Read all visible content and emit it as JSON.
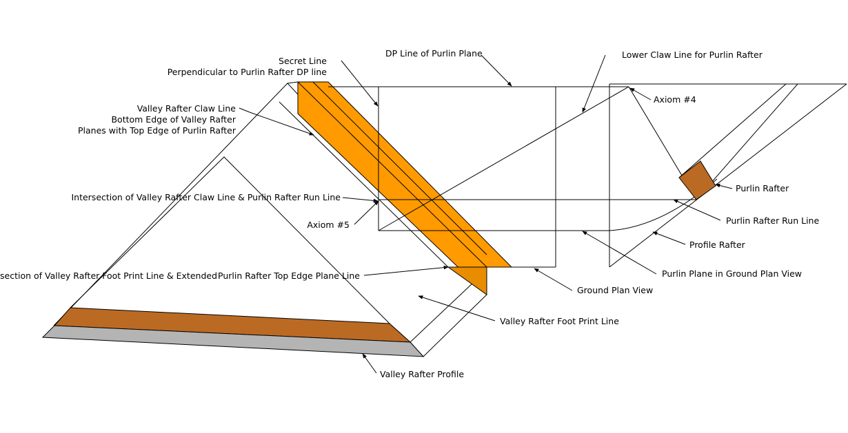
{
  "colors": {
    "orange": "#ff9a00",
    "orange_dark": "#d97f00",
    "brown": "#bb6a24",
    "gray": "#b4b4b4",
    "line": "#000000"
  },
  "labels": {
    "secret_line_1": "Secret Line",
    "secret_line_2": "Perpendicular to Purlin Rafter DP line",
    "dp_line": "DP Line of Purlin Plane",
    "lower_claw": "Lower Claw Line for Purlin Rafter",
    "axiom4": "Axiom #4",
    "valley_claw_1": "Valley Rafter Claw Line",
    "valley_claw_2": "Bottom Edge of Valley Rafter",
    "valley_claw_3": "Planes with Top Edge of Purlin Rafter",
    "purlin_rafter": "Purlin Rafter",
    "intersection_claw_run": "Intersection of Valley Rafter Claw Line & Purlin Rafter Run Line",
    "purlin_run_line": "Purlin Rafter Run Line",
    "axiom5": "Axiom #5",
    "profile_rafter": "Profile Rafter",
    "intersection_footprint": "Intersection of Valley Rafter Foot Print Line & Extended",
    "top_edge_plane": "Purlin Rafter Top Edge Plane Line",
    "purlin_plane_ground": "Purlin Plane in Ground Plan View",
    "ground_plan": "Ground Plan View",
    "valley_footprint": "Valley Rafter Foot Print Line",
    "valley_profile": "Valley Rafter Profile"
  }
}
